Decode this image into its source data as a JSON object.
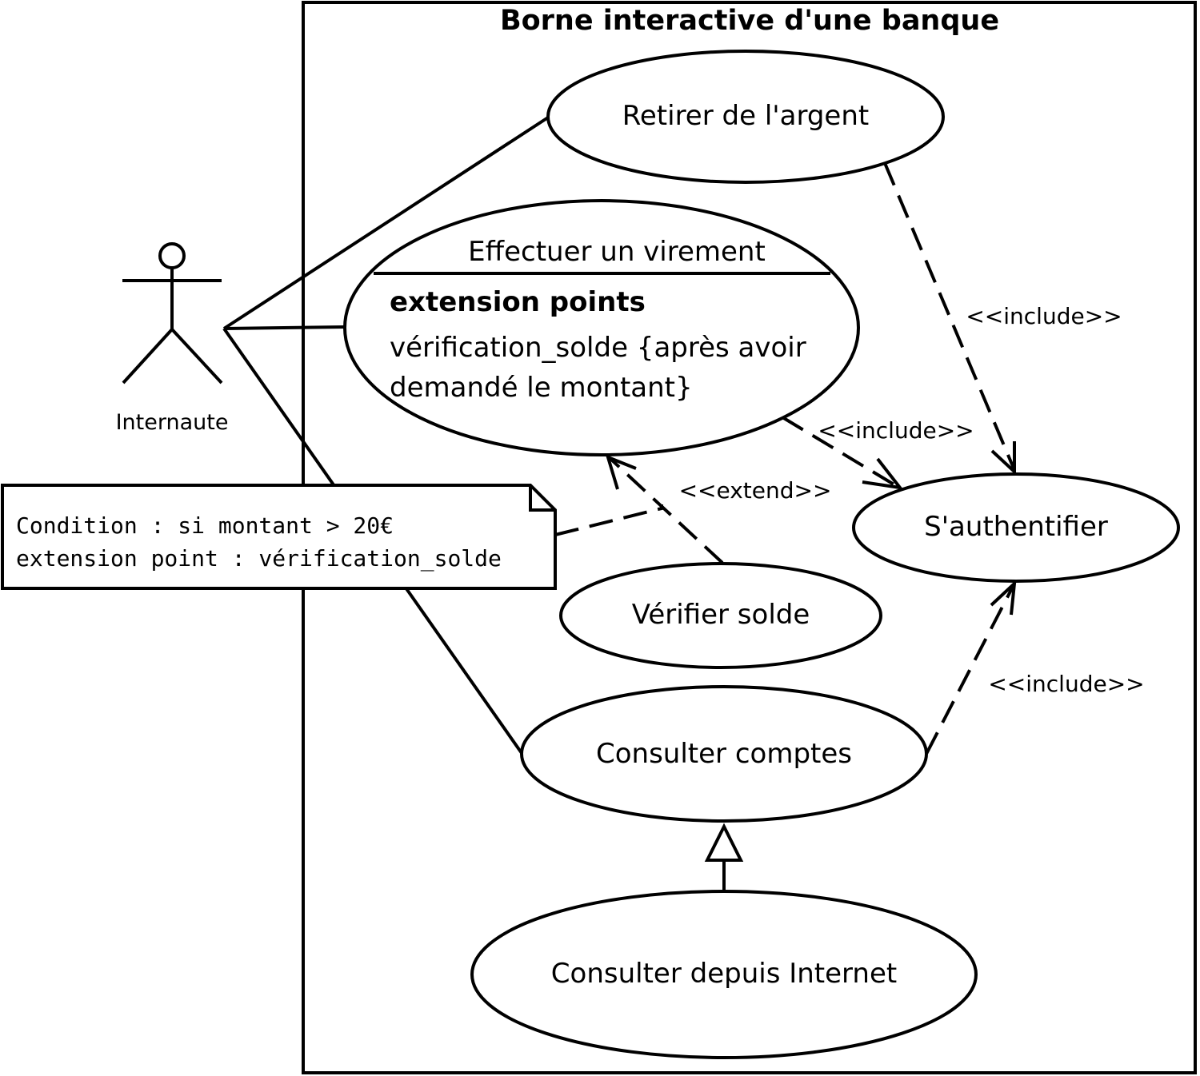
{
  "system": {
    "title": "Borne interactive d'une banque"
  },
  "actor": {
    "name": "Internaute"
  },
  "use_cases": {
    "retirer": "Retirer de l'argent",
    "virement": {
      "name": "Effectuer un virement",
      "extension_header": "extension points",
      "extension_line1": "vérification_solde {après avoir",
      "extension_line2": "demandé le montant}"
    },
    "verifier": "Vérifier solde",
    "authentifier": "S'authentifier",
    "consulter": "Consulter comptes",
    "internet": "Consulter depuis Internet"
  },
  "relations": {
    "include_retirer": "<<include>>",
    "include_virement": "<<include>>",
    "include_consulter": "<<include>>",
    "extend_verifier": "<<extend>>"
  },
  "note": {
    "line1": "Condition : si montant > 20€",
    "line2": "extension point : vérification_solde"
  }
}
